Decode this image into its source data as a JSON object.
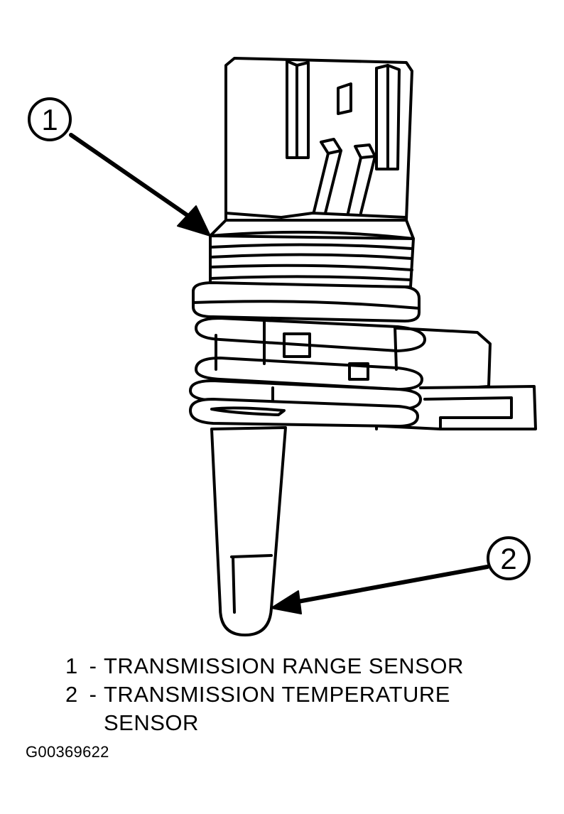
{
  "callouts": [
    {
      "number": "1",
      "target": "transmission range sensor body"
    },
    {
      "number": "2",
      "target": "temperature sensor probe tip"
    }
  ],
  "legend": [
    {
      "number": "1",
      "separator": "-",
      "text": "TRANSMISSION RANGE SENSOR"
    },
    {
      "number": "2",
      "separator": "-",
      "text": "TRANSMISSION TEMPERATURE SENSOR"
    }
  ],
  "figure_id": "G00369622",
  "colors": {
    "line": "#000000",
    "background": "#ffffff"
  }
}
